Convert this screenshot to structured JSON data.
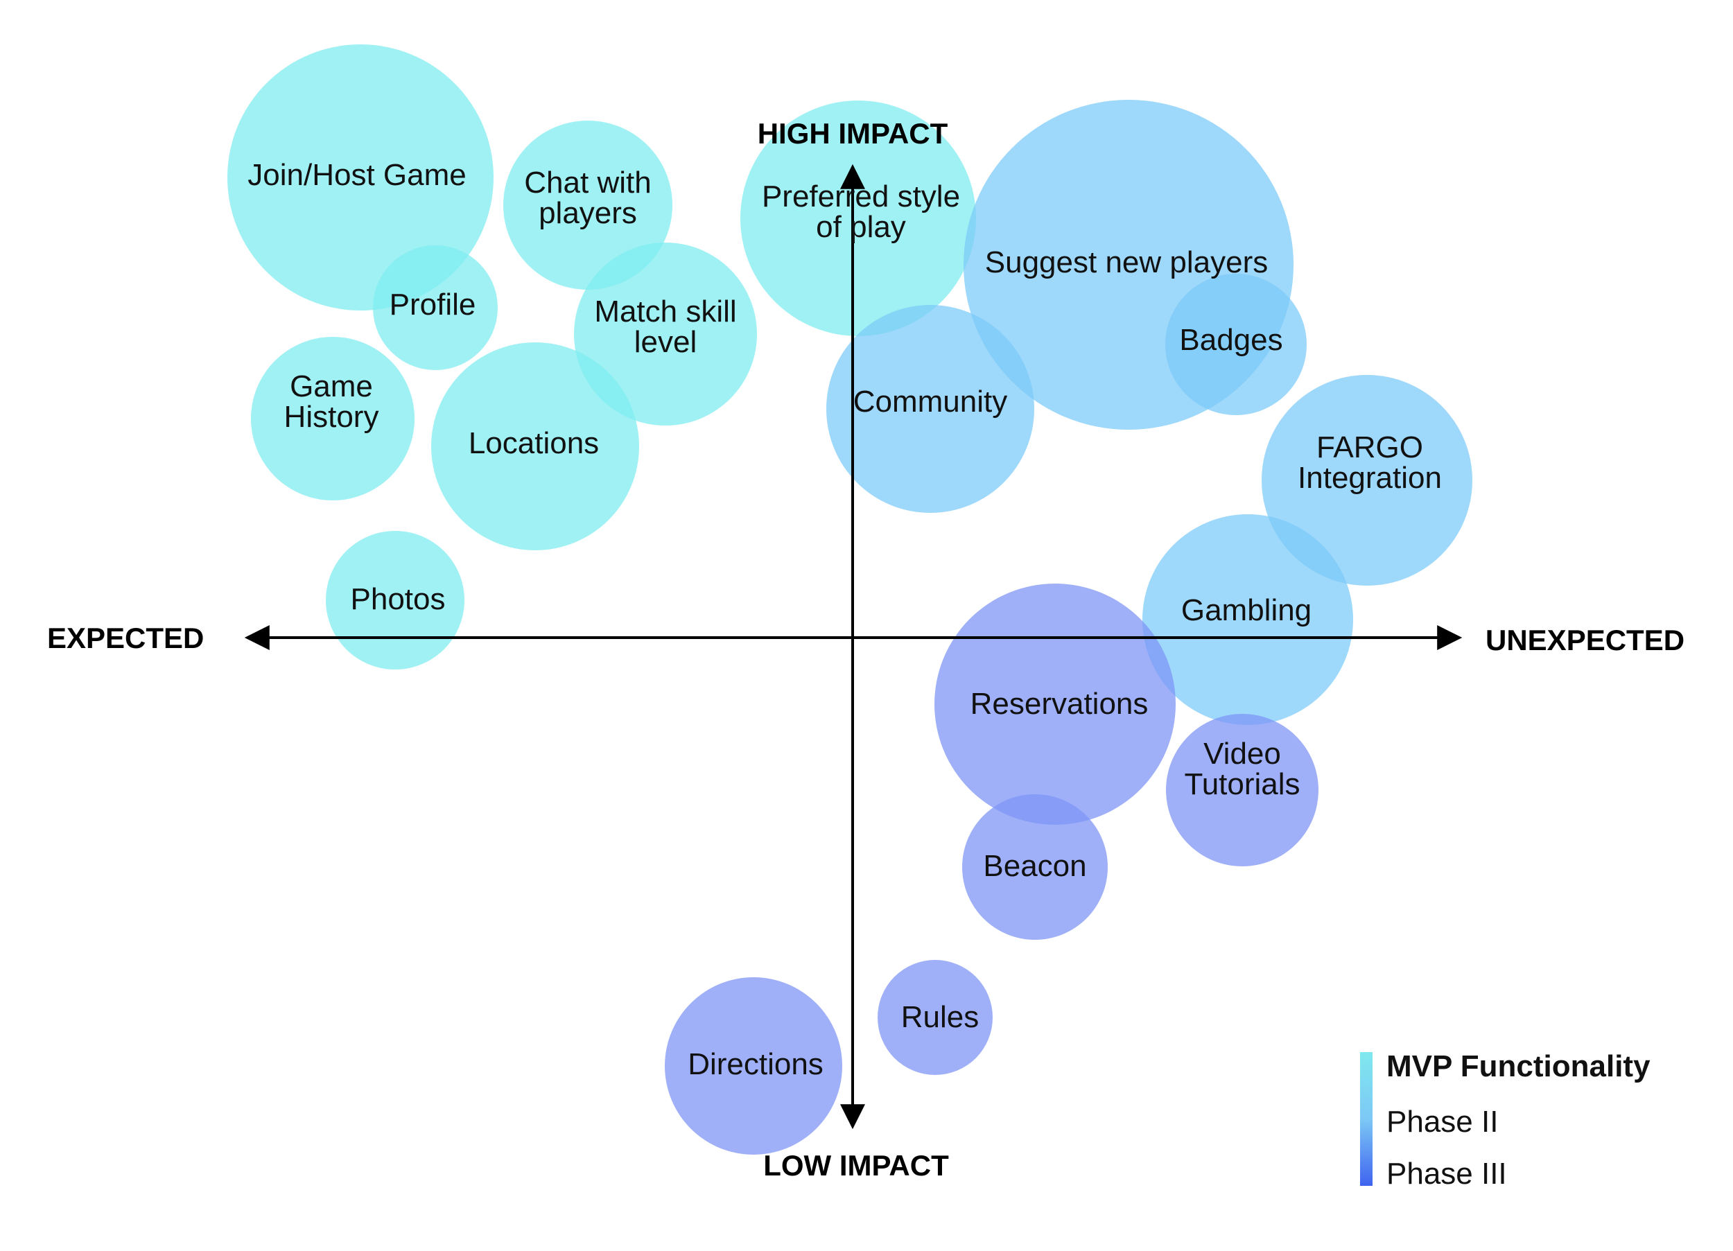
{
  "axes": {
    "top": "HIGH IMPACT",
    "bottom": "LOW IMPACT",
    "left": "EXPECTED",
    "right": "UNEXPECTED"
  },
  "legend": [
    {
      "label": "MVP Functionality",
      "color": "#7fe8ee"
    },
    {
      "label": "Phase II",
      "color": "#7dc8f6"
    },
    {
      "label": "Phase III",
      "color": "#4a6ef0"
    }
  ],
  "phase_colors": {
    "mvp": "#7fecf0",
    "phase2": "#7ccbf8",
    "phase3": "#7e95f6"
  },
  "bubbles": [
    {
      "lines": [
        "Join/Host Game"
      ],
      "phase": "mvp"
    },
    {
      "lines": [
        "Chat with",
        "players"
      ],
      "phase": "mvp"
    },
    {
      "lines": [
        "Profile"
      ],
      "phase": "mvp"
    },
    {
      "lines": [
        "Match skill",
        "level"
      ],
      "phase": "mvp"
    },
    {
      "lines": [
        "Game",
        "History"
      ],
      "phase": "mvp"
    },
    {
      "lines": [
        "Locations"
      ],
      "phase": "mvp"
    },
    {
      "lines": [
        "Photos"
      ],
      "phase": "mvp"
    },
    {
      "lines": [
        "Preferred style",
        "of play"
      ],
      "phase": "mvp"
    },
    {
      "lines": [
        "Suggest new players"
      ],
      "phase": "phase2"
    },
    {
      "lines": [
        "Community"
      ],
      "phase": "phase2"
    },
    {
      "lines": [
        "Badges"
      ],
      "phase": "phase2"
    },
    {
      "lines": [
        "FARGO",
        "Integration"
      ],
      "phase": "phase2"
    },
    {
      "lines": [
        "Gambling"
      ],
      "phase": "phase2"
    },
    {
      "lines": [
        "Reservations"
      ],
      "phase": "phase3"
    },
    {
      "lines": [
        "Video",
        "Tutorials"
      ],
      "phase": "phase3"
    },
    {
      "lines": [
        "Beacon"
      ],
      "phase": "phase3"
    },
    {
      "lines": [
        "Rules"
      ],
      "phase": "phase3"
    },
    {
      "lines": [
        "Directions"
      ],
      "phase": "phase3"
    }
  ]
}
